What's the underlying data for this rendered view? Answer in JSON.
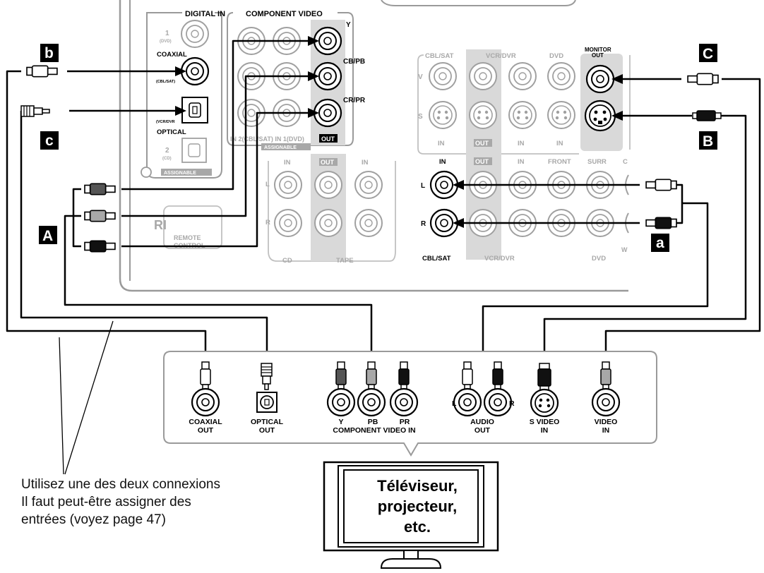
{
  "receiver": {
    "digital_in": {
      "title": "DIGITAL IN",
      "jack1": "1",
      "jack1_sub": "(DVD)",
      "coaxial": "COAXIAL",
      "jack3_sub": "(CBL/SAT)",
      "vcr_sub": "(VCR/DVR",
      "optical": "OPTICAL",
      "jack2": "2",
      "jack2_sub": "(CD)",
      "assignable": "ASSIGNABLE"
    },
    "component_video": {
      "title": "COMPONENT VIDEO",
      "y": "Y",
      "cb": "CB/PB",
      "cr": "CR/PR",
      "out": "OUT",
      "inputs_text": "IN 2(CBL/SAT) IN 1(DVD)",
      "assignable": "ASSIGNABLE"
    },
    "video_section": {
      "groups": [
        "CBL/SAT",
        "VCR/DVR",
        "DVD"
      ],
      "monitor_out": [
        "MONITOR",
        "OUT"
      ],
      "v": "V",
      "s": "S",
      "row_labels": [
        "IN",
        "OUT",
        "IN",
        "IN"
      ]
    },
    "audio_section": {
      "headers": [
        "IN",
        "OUT",
        "IN",
        "FRONT",
        "SURR",
        "C"
      ],
      "l": "L",
      "r": "R",
      "bottom_labels": [
        "CBL/SAT",
        "VCR/DVR",
        "DVD"
      ],
      "w": "W"
    },
    "tape_cd": {
      "headers": [
        "IN",
        "OUT",
        "IN"
      ],
      "l": "L",
      "r": "R",
      "cd": "CD",
      "tape": "TAPE"
    },
    "remote": {
      "label1": "REMOTE",
      "label2": "CONTROL"
    }
  },
  "callouts": {
    "b": "b",
    "c": "c",
    "A": "A",
    "C": "C",
    "B": "B",
    "a": "a"
  },
  "tv_panel": {
    "coaxial_out": [
      "COAXIAL",
      "OUT"
    ],
    "optical_out": [
      "OPTICAL",
      "OUT"
    ],
    "y": "Y",
    "pb": "PB",
    "pr": "PR",
    "component_in": "COMPONENT VIDEO IN",
    "audio_l": "L",
    "audio_r": "R",
    "audio_out": [
      "AUDIO",
      "OUT"
    ],
    "svideo_in": [
      "S VIDEO",
      "IN"
    ],
    "video_in": [
      "VIDEO",
      "IN"
    ]
  },
  "tv_screen": {
    "lines": [
      "Téléviseur,",
      "projecteur,",
      "etc."
    ]
  },
  "note": {
    "lines": [
      "Utilisez une des deux connexions",
      "Il faut peut-être assigner des",
      "entrées (voyez page 47)"
    ]
  },
  "colors": {
    "line": "#000000",
    "panel_gray": "#9a9a9a",
    "section_fill": "#d9d9d9",
    "plug_white": "#ffffff",
    "plug_gray": "#a8a8a8",
    "plug_dark": "#555555",
    "plug_black": "#111111"
  }
}
